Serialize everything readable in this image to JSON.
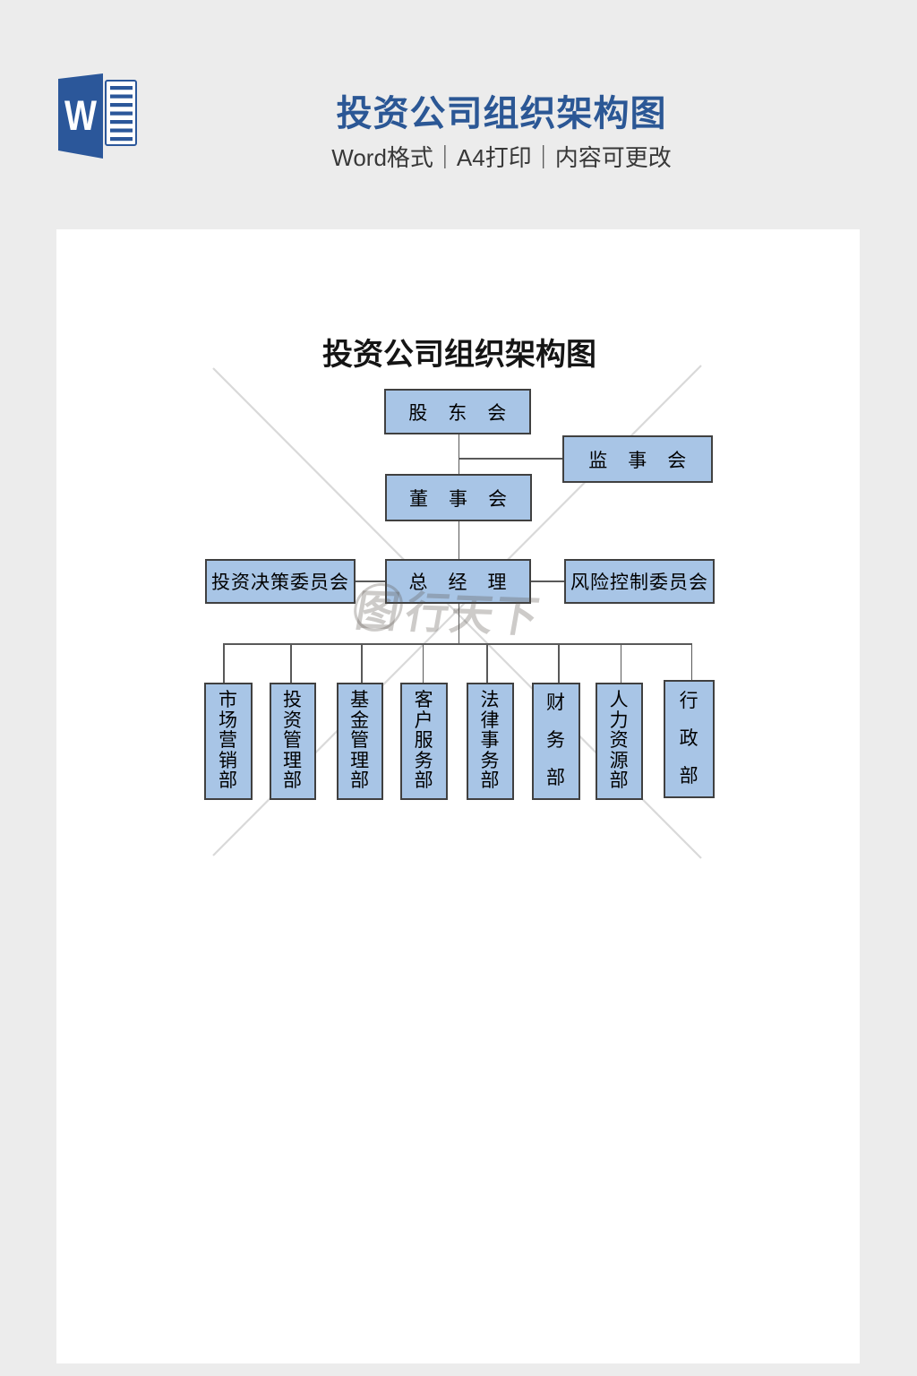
{
  "header": {
    "title": "投资公司组织架构图",
    "subtitle": "Word格式｜A4打印｜内容可更改",
    "icon_letter": "W"
  },
  "chart": {
    "title": "投资公司组织架构图",
    "box_fill": "#a8c5e6",
    "box_border": "#404040",
    "line_color": "#595959",
    "nodes": {
      "shareholders": "股　东　会",
      "supervisory": "监　事　会",
      "board": "董　事　会",
      "investment_committee": "投资决策委员会",
      "general_manager": "总　经　理",
      "risk_committee": "风险控制委员会"
    },
    "departments": [
      "市\n场\n营\n销\n部",
      "投\n资\n管\n理\n部",
      "基\n金\n管\n理\n部",
      "客\n户\n服\n务\n部",
      "法\n律\n事\n务\n部",
      "财\n务\n部",
      "人\n力\n资\n源\n部",
      "行\n政\n部"
    ]
  },
  "watermark": {
    "first": "图",
    "rest": "行天下"
  }
}
